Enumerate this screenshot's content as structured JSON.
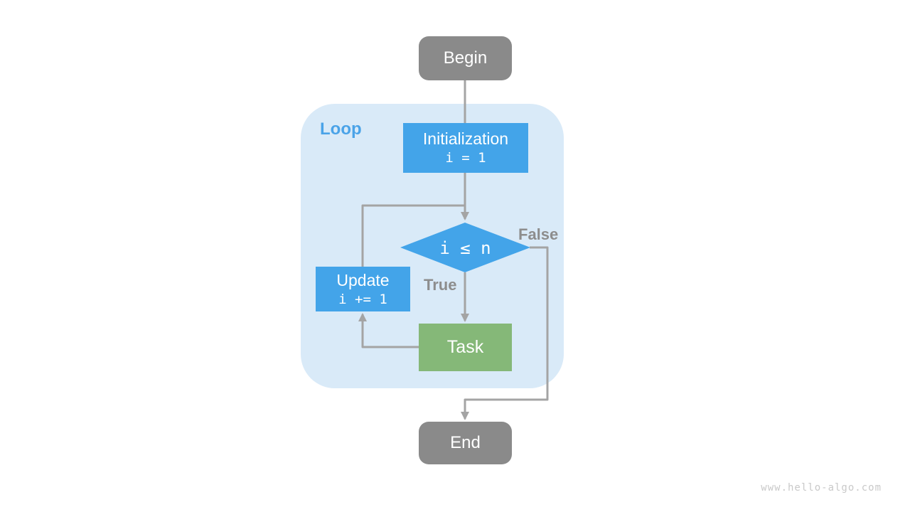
{
  "diagram": {
    "nodes": {
      "begin": {
        "label": "Begin"
      },
      "initialization": {
        "title": "Initialization",
        "code": "i = 1"
      },
      "condition": {
        "code": "i ≤ n"
      },
      "update": {
        "title": "Update",
        "code": "i += 1"
      },
      "task": {
        "label": "Task"
      },
      "end": {
        "label": "End"
      }
    },
    "labels": {
      "loop": "Loop",
      "true_branch": "True",
      "false_branch": "False"
    },
    "colors": {
      "terminal_gray": "#8a8a8a",
      "process_blue": "#43a4e9",
      "task_green": "#85b878",
      "loop_background": "#d9eaf8",
      "loop_label_blue": "#4aa3e8",
      "connector_gray": "#a4a4a4",
      "branch_label_gray": "#8d8d8d",
      "watermark_gray": "#c9c9c9"
    },
    "watermark": "www.hello-algo.com"
  }
}
